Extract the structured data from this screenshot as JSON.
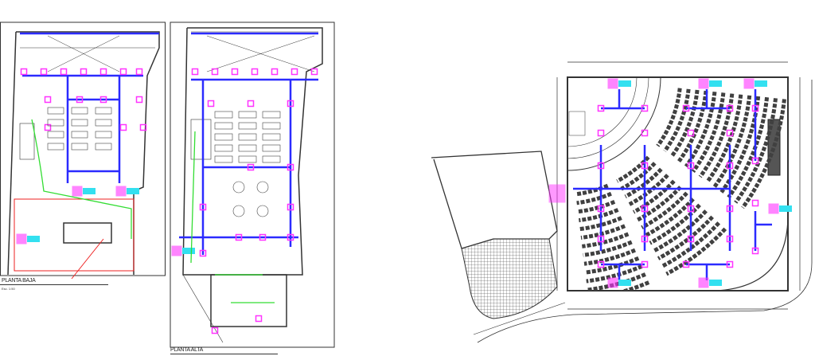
{
  "sheets": [
    {
      "title": "PLANTA BAJA",
      "scale": "Esc. 1:50"
    },
    {
      "title": "PLANTA ALTA"
    }
  ],
  "colors": {
    "duct": "#2b2bff",
    "diffuser": "#ff33ff",
    "unit": "#33e0f0",
    "pipe": "#33dd33",
    "wall": "#333333",
    "seat": "#404040",
    "red": "#ee2222"
  }
}
